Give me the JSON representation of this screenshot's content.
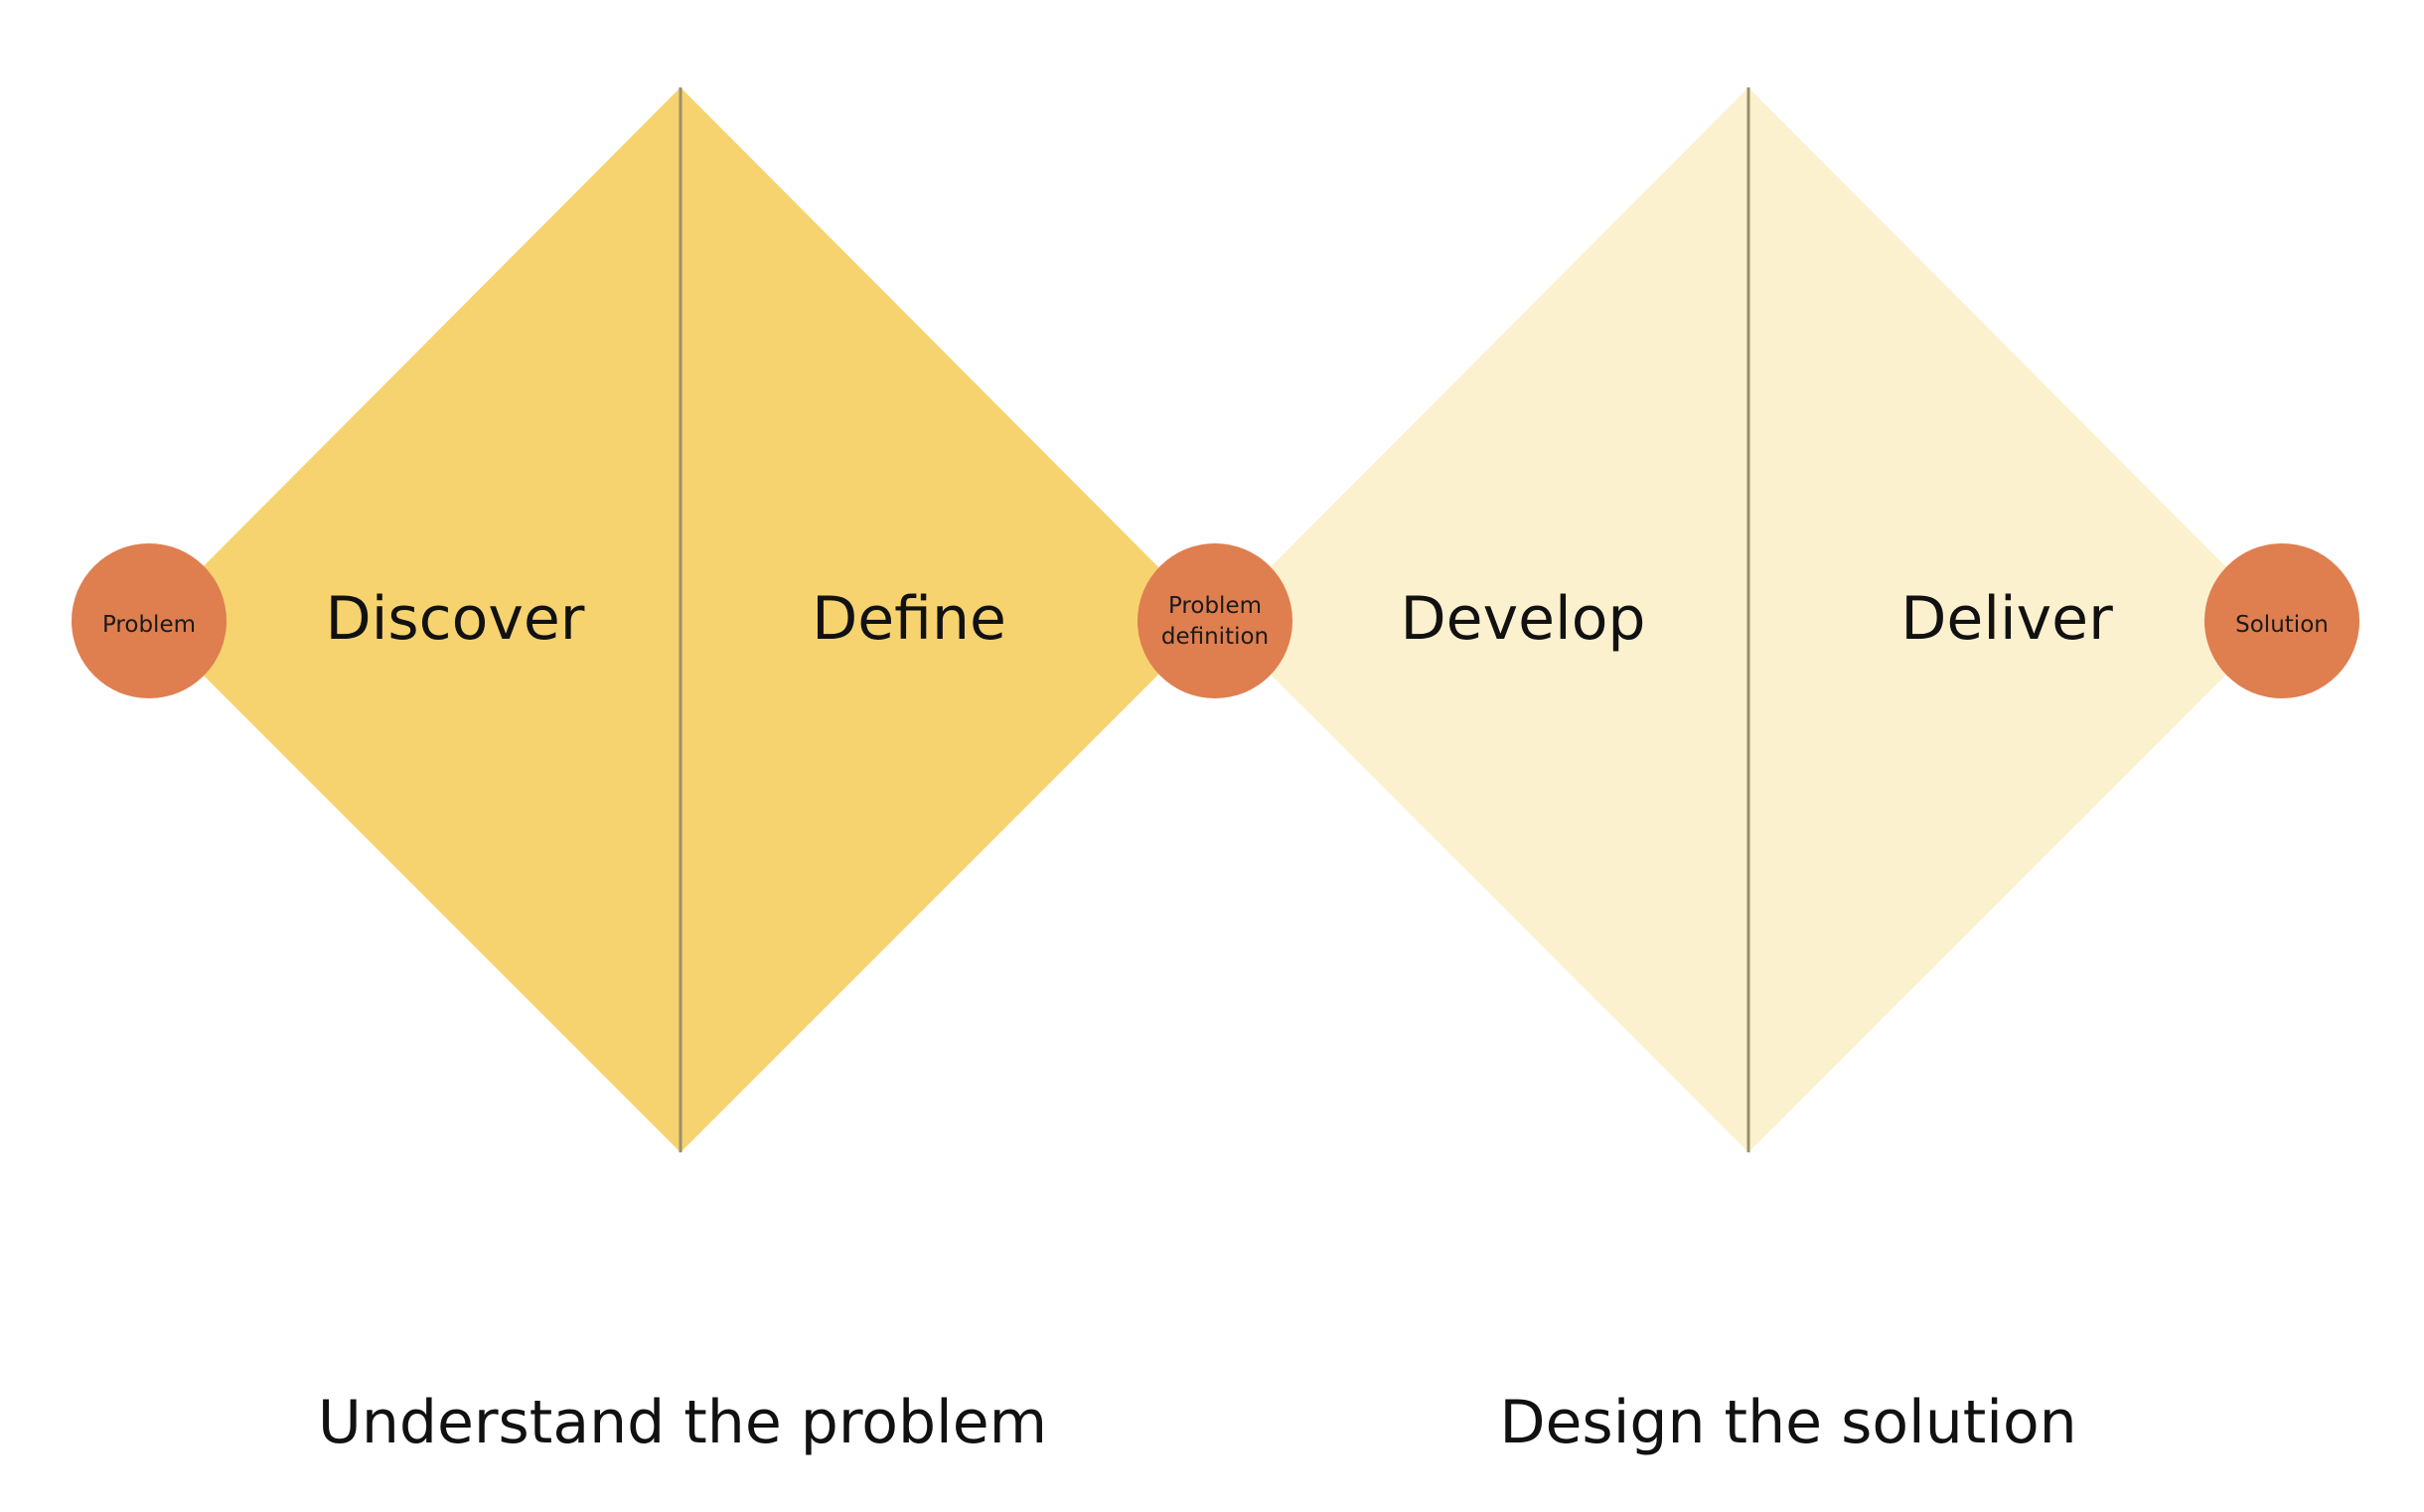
{
  "colors": {
    "background": "#ffffff",
    "diamond_primary": "#f6d36f",
    "diamond_secondary": "#fcf1cf",
    "divider": "#9a8f6a",
    "node_fill": "#df7e4f",
    "text": "#111111"
  },
  "diamonds": [
    {
      "name": "understand",
      "fill": "#f6d36f",
      "halves": [
        {
          "label": "Discover"
        },
        {
          "label": "Define"
        }
      ],
      "caption": "Understand the problem"
    },
    {
      "name": "design",
      "fill": "#fcf1cf",
      "halves": [
        {
          "label": "Develop"
        },
        {
          "label": "Deliver"
        }
      ],
      "caption": "Design the solution"
    }
  ],
  "nodes": [
    {
      "lines": [
        "Problem"
      ]
    },
    {
      "lines": [
        "Problem",
        "definition"
      ]
    },
    {
      "lines": [
        "Solution"
      ]
    }
  ]
}
